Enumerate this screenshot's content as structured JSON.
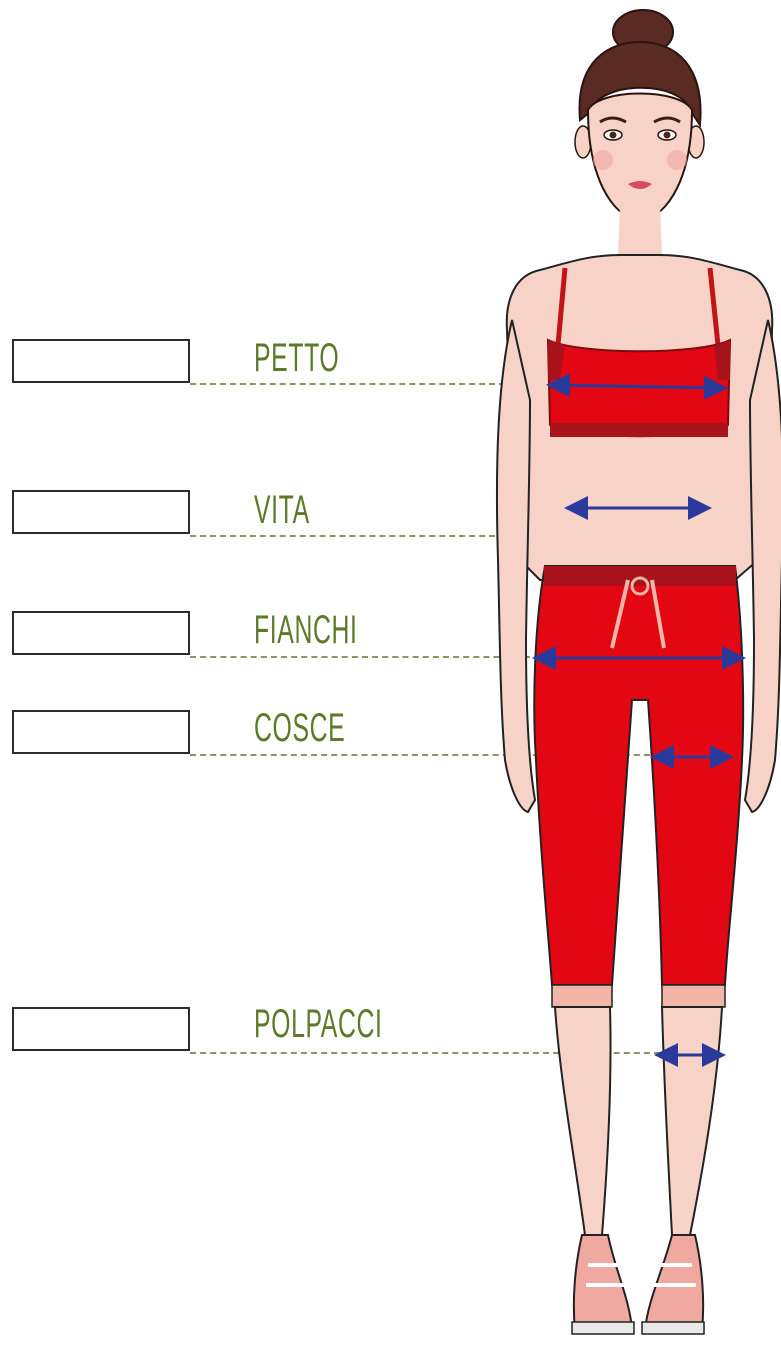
{
  "measurements": [
    {
      "key": "chest",
      "label": "PETTO",
      "value": ""
    },
    {
      "key": "waist",
      "label": "VITA",
      "value": ""
    },
    {
      "key": "hips",
      "label": "FIANCHI",
      "value": ""
    },
    {
      "key": "thighs",
      "label": "COSCE",
      "value": ""
    },
    {
      "key": "calves",
      "label": "POLPACCI",
      "value": ""
    }
  ],
  "colors": {
    "label_green": "#5e7a28",
    "outfit_red": "#e30613",
    "outfit_dark": "#a8121a",
    "skin": "#f6d3c6",
    "measure_arrow": "#2a3a9a",
    "shoe_pink": "#f0a9a0"
  }
}
